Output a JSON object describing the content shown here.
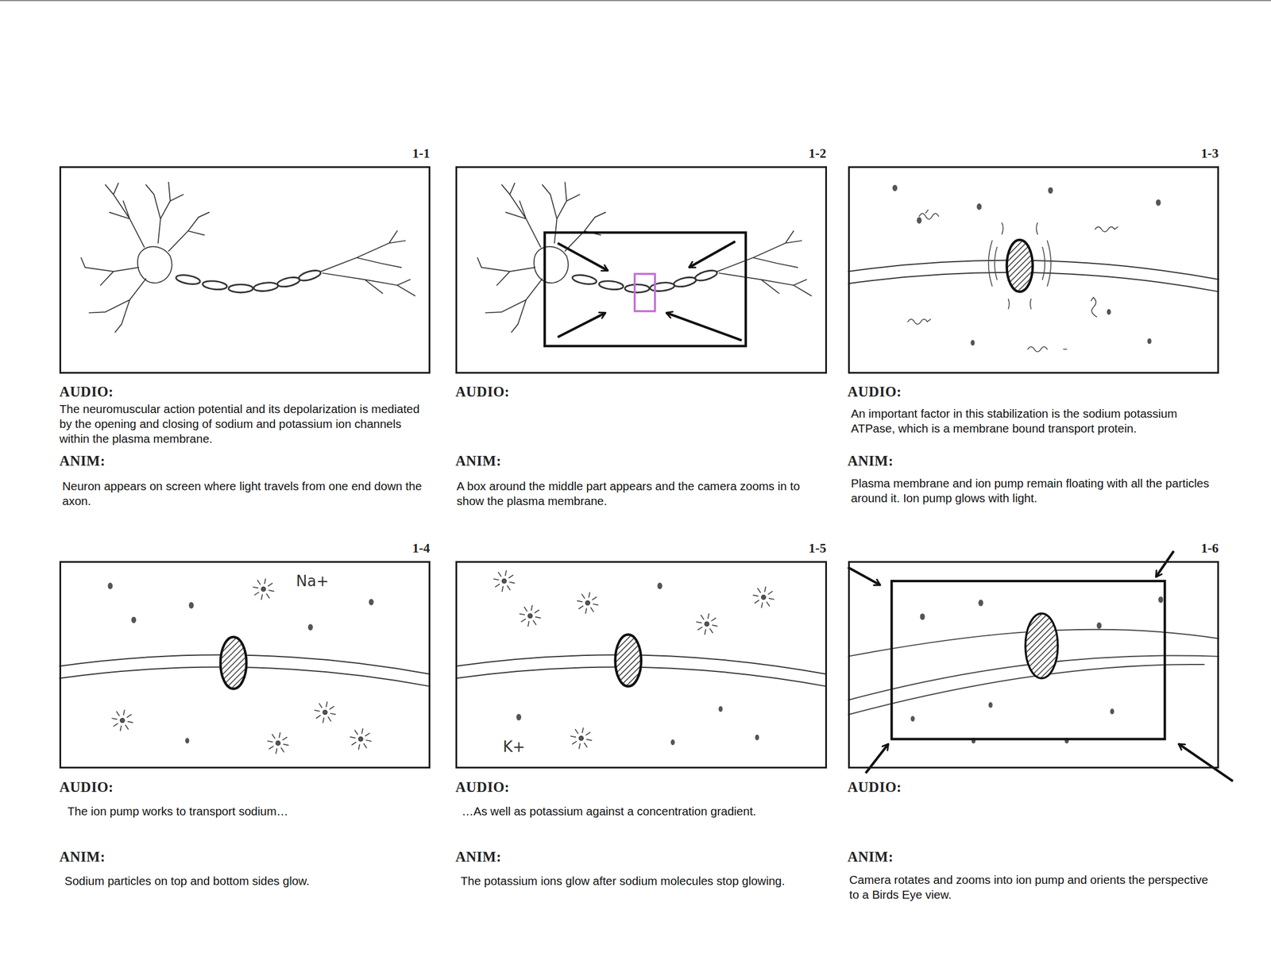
{
  "diagram": {
    "nodes": [
      {
        "text": [
          "1-1"
        ]
      },
      {
        "text": [
          "1-2"
        ]
      },
      {
        "text": [
          "1-3"
        ]
      },
      {
        "text": [
          "1-4"
        ]
      },
      {
        "text": [
          "1-5"
        ]
      },
      {
        "text": [
          "1-6"
        ]
      }
    ],
    "labels": [
      "AUDIO:",
      "The neuromuscular action potential and its depolarization is mediated by the opening and closing of sodium and potassium ion channels within the plasma membrane.",
      "ANIM:",
      "Neuron appears on screen where light travels from one end down the axon.",
      "AUDIO:",
      "ANIM:",
      "A box around the middle part appears and the camera zooms in to show the plasma membrane.",
      "AUDIO:",
      "An important factor in this stabilization is the sodium potassium ATPase, which is a membrane bound transport protein.",
      "ANIM:",
      "Plasma membrane and ion pump remain floating with all the particles around it. Ion pump glows with light.",
      "Na+",
      "K+",
      "AUDIO:",
      "The ion pump works to transport sodium…",
      "ANIM:",
      "Sodium particles on top and bottom sides glow.",
      "AUDIO:",
      "…As well as potassium against a concentration gradient.",
      "ANIM:",
      "The potassium ions glow after sodium molecules stop glowing.",
      "AUDIO:",
      "ANIM:",
      "Camera rotates and zooms into ion pump and orients the perspective to a Birds Eye view."
    ]
  }
}
